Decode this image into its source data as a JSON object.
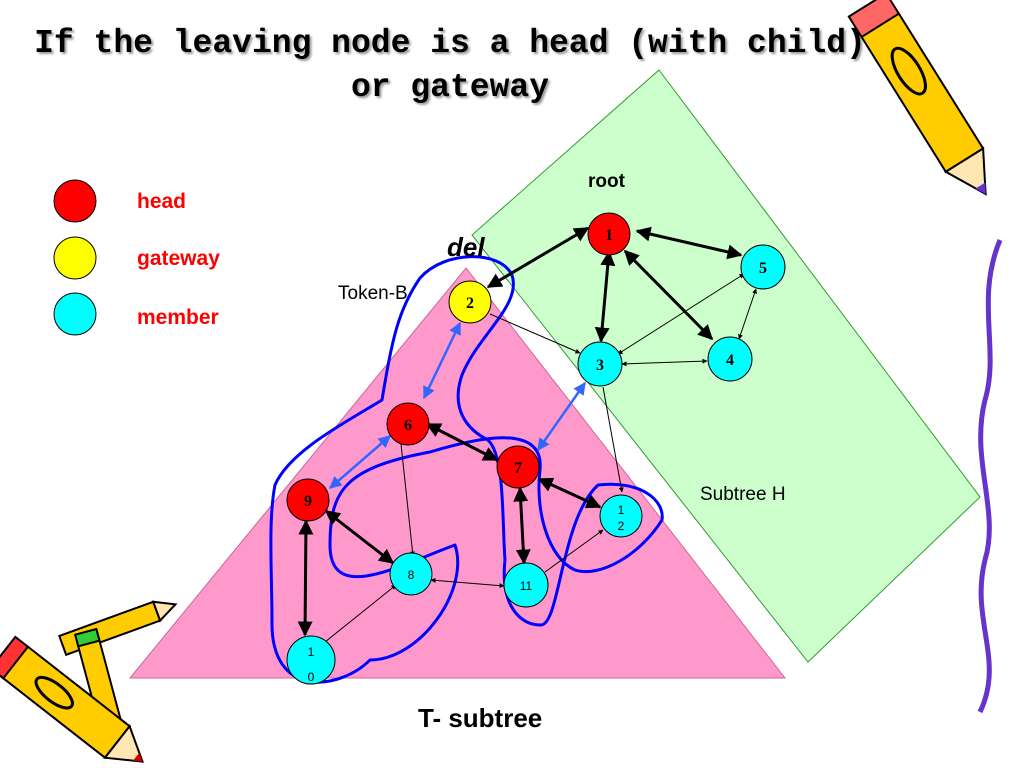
{
  "title": {
    "line1": "If the leaving node is a head (with child)",
    "line2": "or gateway"
  },
  "legend": {
    "items": [
      {
        "label": "head",
        "color": "#ff0000"
      },
      {
        "label": "gateway",
        "color": "#ffff00"
      },
      {
        "label": "member",
        "color": "#00ffff"
      }
    ]
  },
  "labels": {
    "root": "root",
    "del": "del",
    "token_b": "Token-B",
    "subtree_h": "Subtree H",
    "t_subtree": "T- subtree"
  },
  "nodes": [
    {
      "id": "1",
      "lines": [
        "1"
      ],
      "role": "head"
    },
    {
      "id": "2",
      "lines": [
        "2"
      ],
      "role": "gateway"
    },
    {
      "id": "3",
      "lines": [
        "3"
      ],
      "role": "member"
    },
    {
      "id": "4",
      "lines": [
        "4"
      ],
      "role": "member"
    },
    {
      "id": "5",
      "lines": [
        "5"
      ],
      "role": "member"
    },
    {
      "id": "6",
      "lines": [
        "6"
      ],
      "role": "head"
    },
    {
      "id": "7",
      "lines": [
        "7"
      ],
      "role": "head"
    },
    {
      "id": "8",
      "lines": [
        "8"
      ],
      "role": "member"
    },
    {
      "id": "9",
      "lines": [
        "9"
      ],
      "role": "head"
    },
    {
      "id": "10",
      "lines": [
        "1",
        "0"
      ],
      "role": "member"
    },
    {
      "id": "11",
      "lines": [
        "11"
      ],
      "role": "member"
    },
    {
      "id": "12",
      "lines": [
        "1",
        "2"
      ],
      "role": "member"
    }
  ],
  "colors": {
    "head": "#ff0000",
    "gateway": "#ffff00",
    "member": "#00ffff",
    "t_subtree_fill": "#ff99cc",
    "subtree_h_fill": "#ccffcc",
    "token_path": "#0000ff",
    "arrow_blue": "#3366ff"
  }
}
